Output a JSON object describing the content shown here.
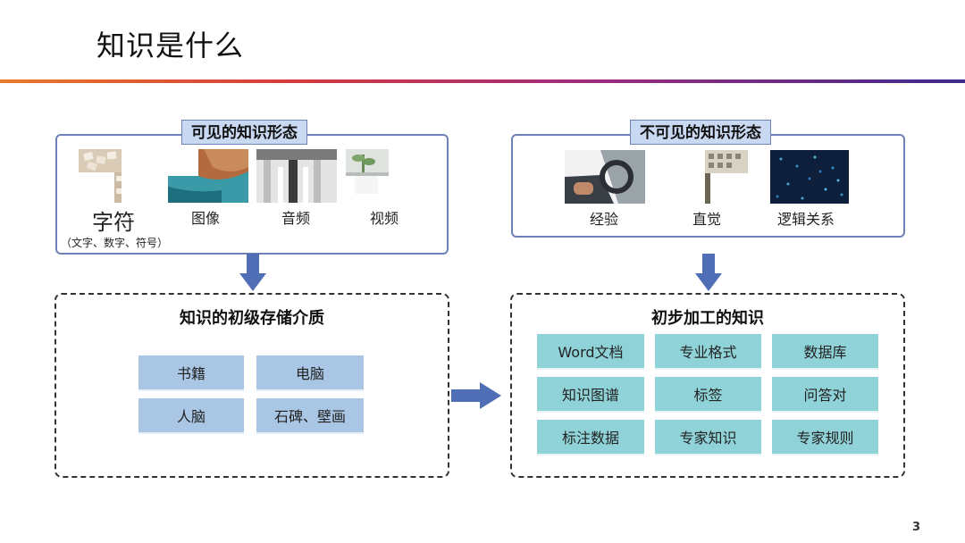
{
  "title": "知识是什么",
  "page_number": "3",
  "visible_panel": {
    "tag": "可见的知识形态",
    "items": [
      {
        "label": "字符",
        "sub": "（文字、数字、符号）"
      },
      {
        "label": "图像"
      },
      {
        "label": "音频"
      },
      {
        "label": "视频"
      }
    ]
  },
  "invisible_panel": {
    "tag": "不可见的知识形态",
    "items": [
      {
        "label": "经验"
      },
      {
        "label": "直觉"
      },
      {
        "label": "逻辑关系"
      }
    ]
  },
  "storage_panel": {
    "title": "知识的初级存储介质",
    "cells": [
      "书籍",
      "电脑",
      "人脑",
      "石碑、壁画"
    ]
  },
  "processed_panel": {
    "title": "初步加工的知识",
    "cells": [
      "Word文档",
      "专业格式",
      "数据库",
      "知识图谱",
      "标签",
      "问答对",
      "标注数据",
      "专家知识",
      "专家规则"
    ]
  },
  "colors": {
    "arrow": "#4f6eb5",
    "panel_border": "#6f82b8",
    "storage_cell": "#a9c6e4",
    "processed_cell": "#8fd3d8"
  }
}
